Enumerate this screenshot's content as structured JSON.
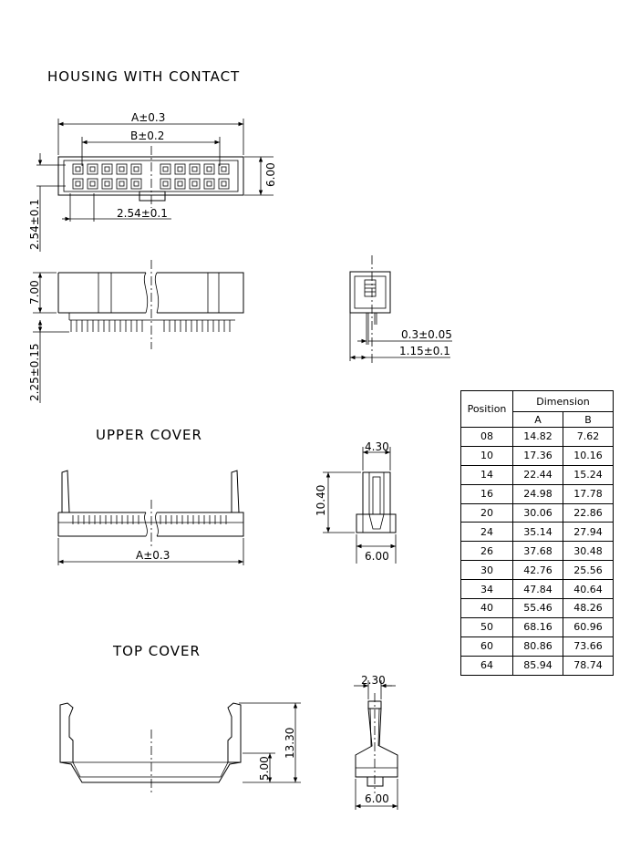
{
  "sections": {
    "housing_title": "HOUSING WITH CONTACT",
    "upper_cover_title": "UPPER COVER",
    "top_cover_title": "TOP COVER"
  },
  "housing": {
    "dim_a": "A±0.3",
    "dim_b": "B±0.2",
    "dim_height": "6.00",
    "dim_pitch_x": "2.54±0.1",
    "dim_pitch_y": "2.54±0.1",
    "dim_side_height": "7.00",
    "dim_pin_length": "2.25±0.15",
    "dim_pin_width": "0.3±0.05",
    "dim_pin_offset": "1.15±0.1"
  },
  "upper_cover": {
    "dim_width": "4.30",
    "dim_height": "10.40",
    "dim_base": "6.00",
    "dim_a": "A±0.3"
  },
  "top_cover": {
    "dim_width": "2.30",
    "dim_total_height": "13.30",
    "dim_low_height": "5.00",
    "dim_base": "6.00"
  },
  "table": {
    "header_position": "Position",
    "header_dimension": "Dimension",
    "header_a": "A",
    "header_b": "B",
    "rows": [
      [
        "08",
        "14.82",
        "7.62"
      ],
      [
        "10",
        "17.36",
        "10.16"
      ],
      [
        "14",
        "22.44",
        "15.24"
      ],
      [
        "16",
        "24.98",
        "17.78"
      ],
      [
        "20",
        "30.06",
        "22.86"
      ],
      [
        "24",
        "35.14",
        "27.94"
      ],
      [
        "26",
        "37.68",
        "30.48"
      ],
      [
        "30",
        "42.76",
        "25.56"
      ],
      [
        "34",
        "47.84",
        "40.64"
      ],
      [
        "40",
        "55.46",
        "48.26"
      ],
      [
        "50",
        "68.16",
        "60.96"
      ],
      [
        "60",
        "80.86",
        "73.66"
      ],
      [
        "64",
        "85.94",
        "78.74"
      ]
    ]
  }
}
